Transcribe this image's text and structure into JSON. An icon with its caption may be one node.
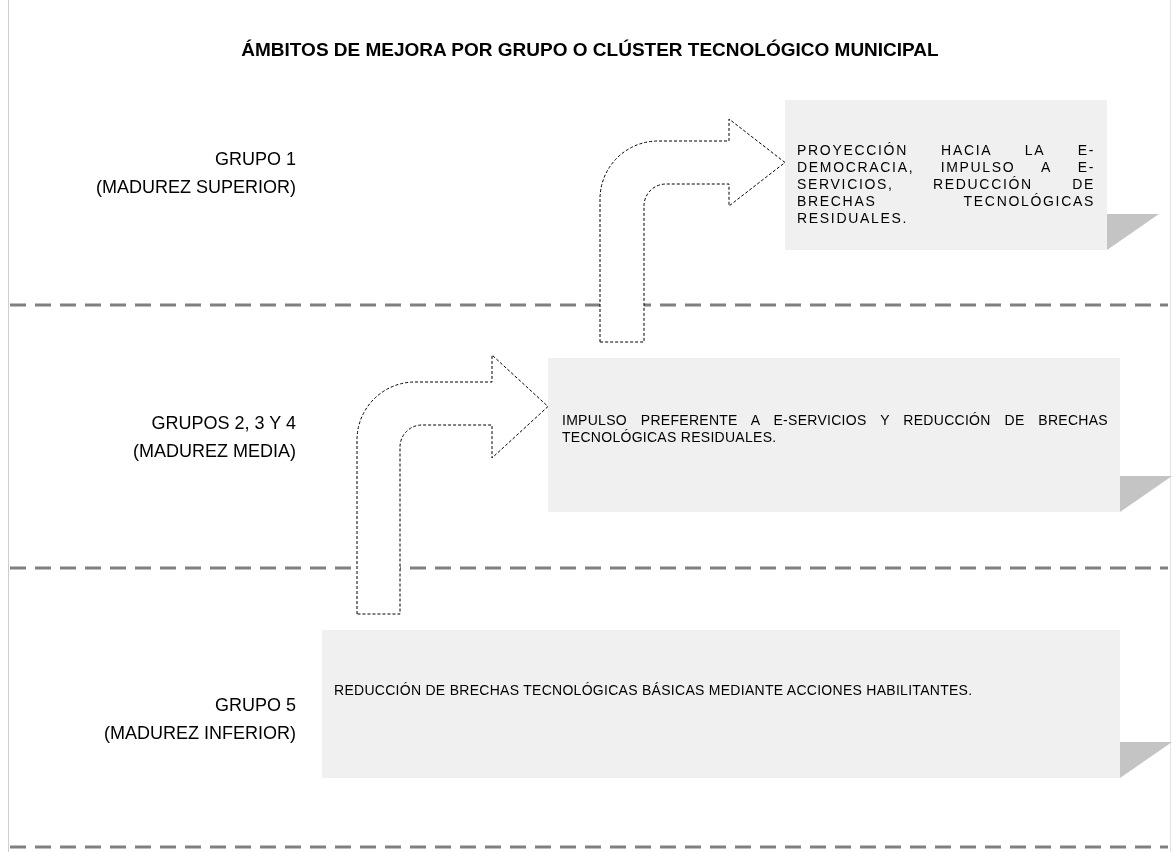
{
  "diagram": {
    "title": "ÁMBITOS DE MEJORA POR GRUPO O CLÚSTER TECNOLÓGICO MUNICIPAL",
    "nodes": [
      {
        "text": [
          "PROYECCIÓN HACIA LA E-DEMOCRACIA, IMPULSO A E-SERVICIOS, REDUCCIÓN DE BRECHAS TECNOLÓGICAS RESIDUALES."
        ]
      },
      {
        "text": [
          "IMPULSO PREFERENTE A E-SERVICIOS Y REDUCCIÓN DE BRECHAS TECNOLÓGICAS RESIDUALES."
        ]
      },
      {
        "text": [
          "REDUCCIÓN DE BRECHAS TECNOLÓGICAS BÁSICAS MEDIANTE ACCIONES HABILITANTES."
        ]
      }
    ],
    "edges": [
      {
        "from": 2,
        "to": 1,
        "arrow": "to"
      },
      {
        "from": 1,
        "to": 0,
        "arrow": "to"
      }
    ],
    "labels": [
      "GRUPO 1",
      "(MADUREZ SUPERIOR)",
      "GRUPOS 2, 3 Y 4",
      "(MADUREZ MEDIA)",
      "GRUPO 5",
      "(MADUREZ INFERIOR)"
    ]
  }
}
